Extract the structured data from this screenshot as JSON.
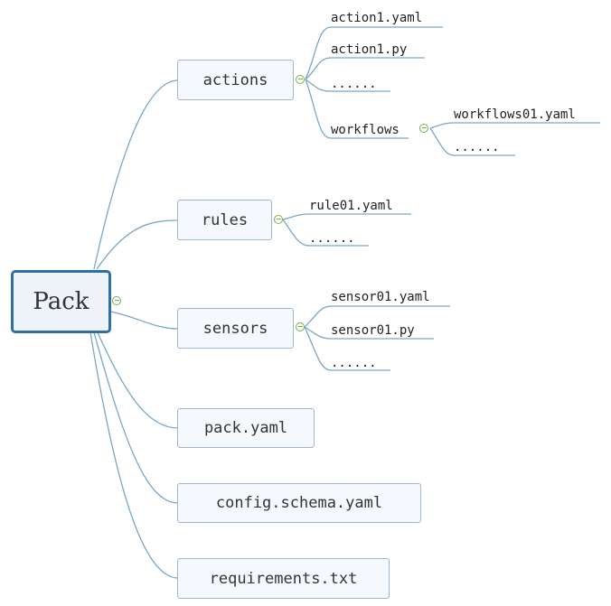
{
  "root": {
    "label": "Pack"
  },
  "branches": [
    {
      "label": "actions",
      "children": [
        "action1.yaml",
        "action1.py",
        "......",
        "workflows"
      ],
      "subchildren": [
        "workflows01.yaml",
        "......"
      ]
    },
    {
      "label": "rules",
      "children": [
        "rule01.yaml",
        "......"
      ]
    },
    {
      "label": "sensors",
      "children": [
        "sensor01.yaml",
        "sensor01.py",
        "......"
      ]
    },
    {
      "label": "pack.yaml"
    },
    {
      "label": "config.schema.yaml"
    },
    {
      "label": "requirements.txt"
    }
  ],
  "colors": {
    "line": "#7aa6c7",
    "toggle": "#77b14c",
    "root_border": "#2f6fa7",
    "node_border": "#9fb7cc"
  }
}
